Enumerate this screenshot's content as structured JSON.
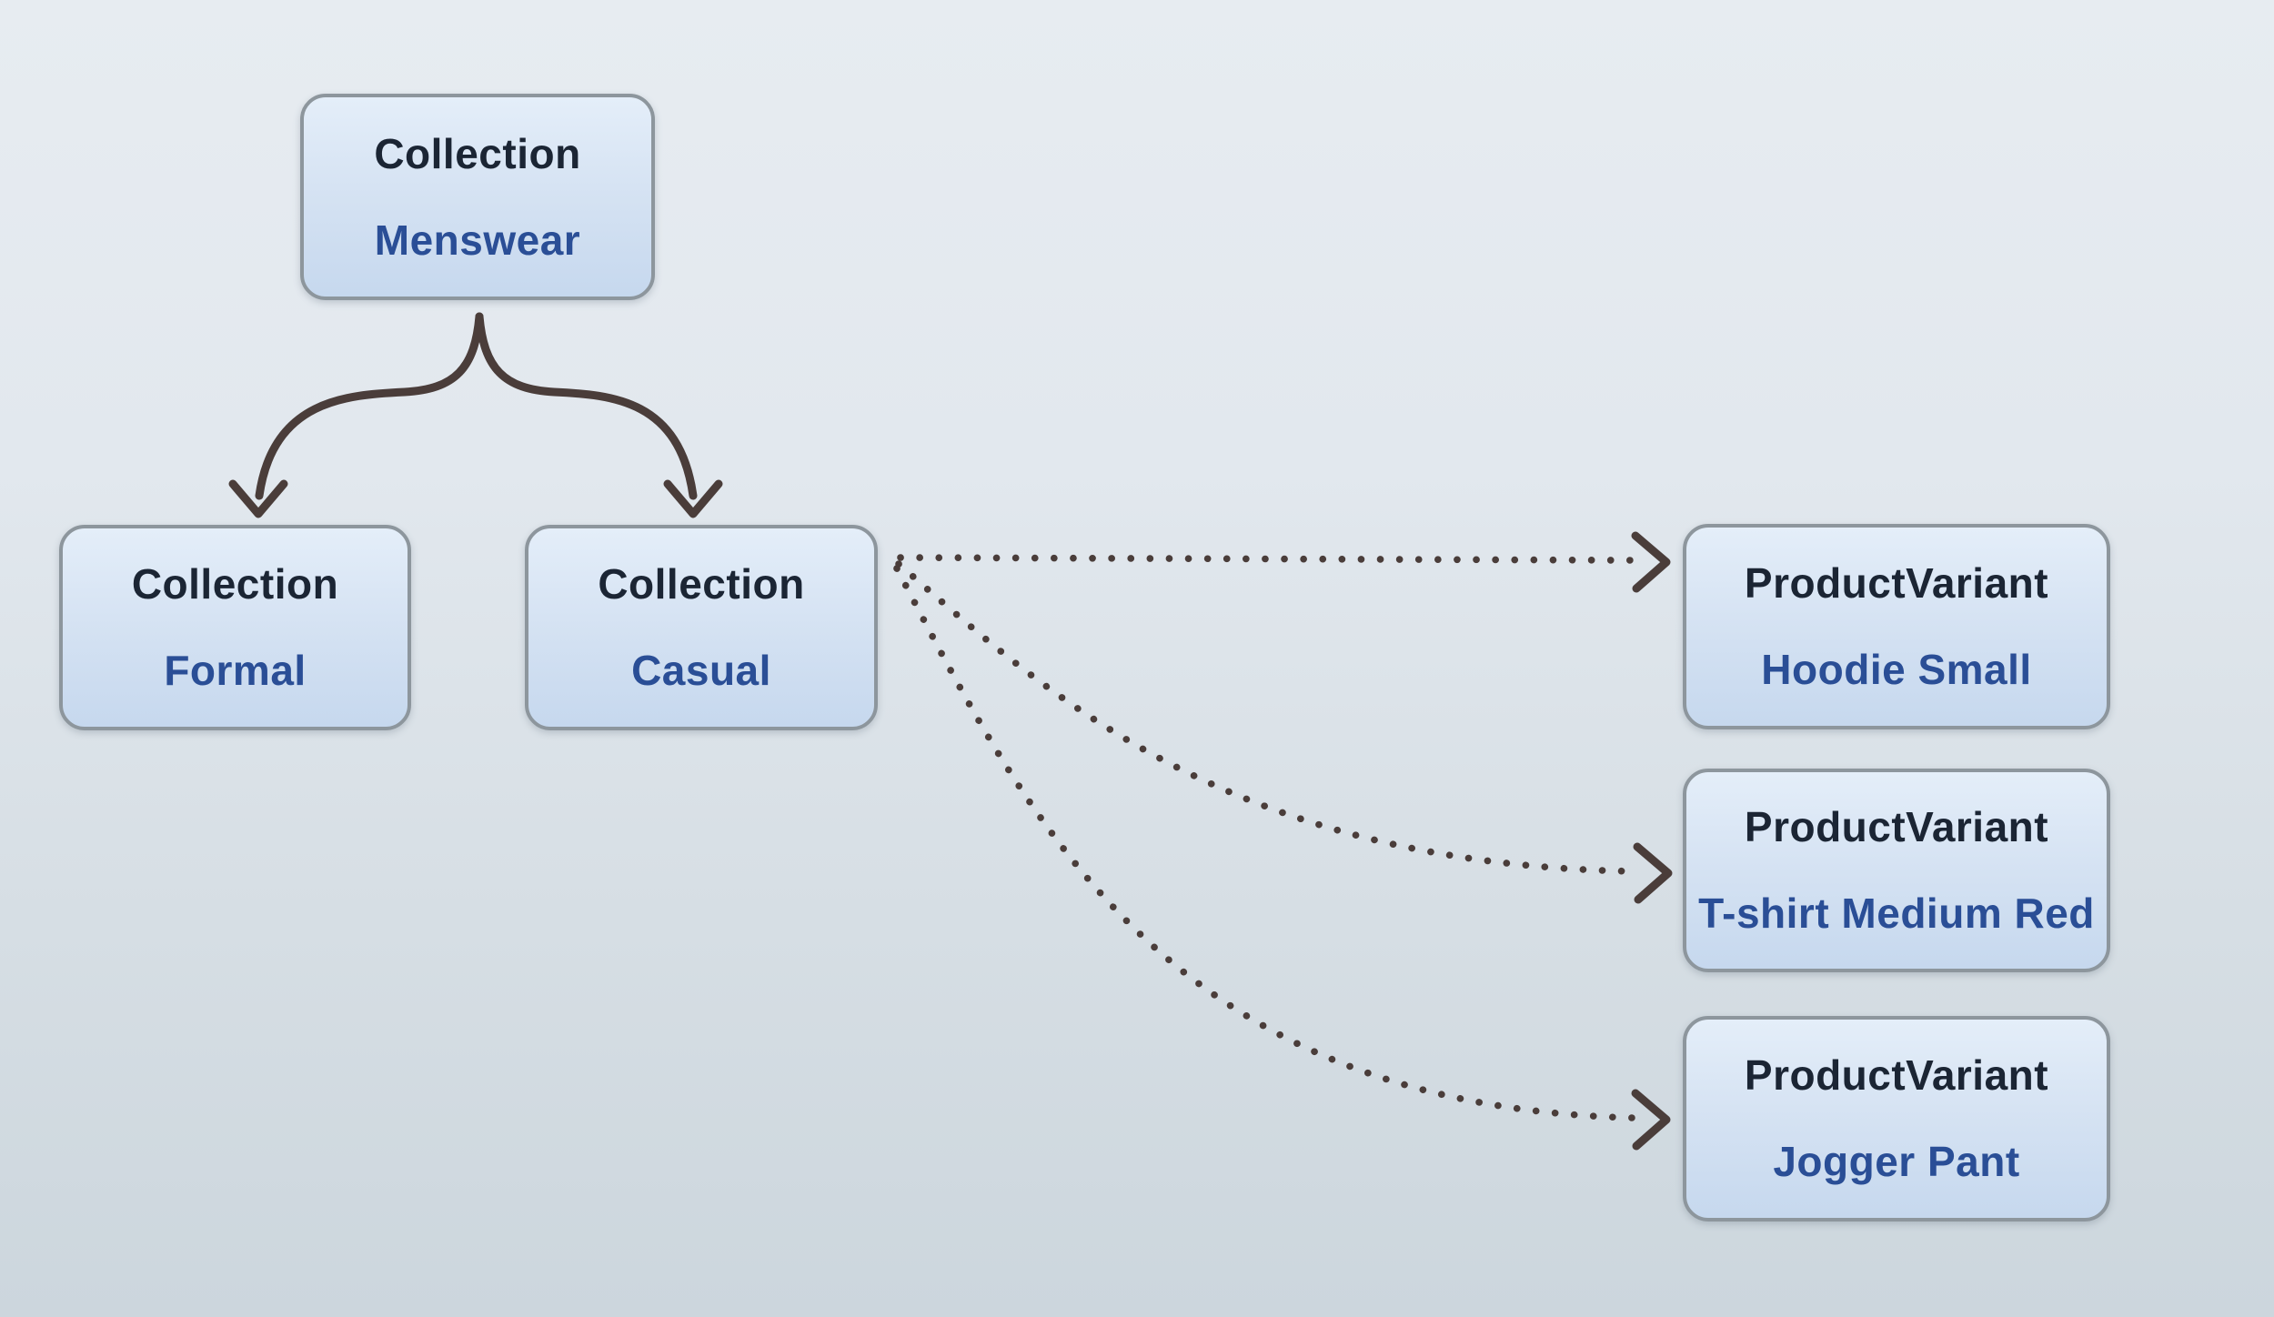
{
  "diagram": {
    "colors": {
      "background_top": "#e7ecf1",
      "background_bottom": "#ccd6dd",
      "node_fill_top": "#e4eef9",
      "node_fill_bottom": "#c6d8ee",
      "node_border": "#8d969d",
      "type_text": "#1b2534",
      "name_text": "#2a4e96",
      "arrow": "#4a3d3a"
    },
    "nodes": [
      {
        "type": "Collection",
        "name": "Menswear"
      },
      {
        "type": "Collection",
        "name": "Formal"
      },
      {
        "type": "Collection",
        "name": "Casual"
      },
      {
        "type": "ProductVariant",
        "name": "Hoodie Small"
      },
      {
        "type": "ProductVariant",
        "name": "T-shirt Medium Red"
      },
      {
        "type": "ProductVariant",
        "name": "Jogger Pant"
      }
    ],
    "edges": [
      {
        "from": "Collection Menswear",
        "to": "Collection Formal",
        "style": "solid-curved-arrow"
      },
      {
        "from": "Collection Menswear",
        "to": "Collection Casual",
        "style": "solid-curved-arrow"
      },
      {
        "from": "Collection Casual",
        "to": "ProductVariant Hoodie Small",
        "style": "dotted-arrow"
      },
      {
        "from": "Collection Casual",
        "to": "ProductVariant T-shirt Medium Red",
        "style": "dotted-arrow"
      },
      {
        "from": "Collection Casual",
        "to": "ProductVariant Jogger Pant",
        "style": "dotted-arrow"
      }
    ]
  }
}
